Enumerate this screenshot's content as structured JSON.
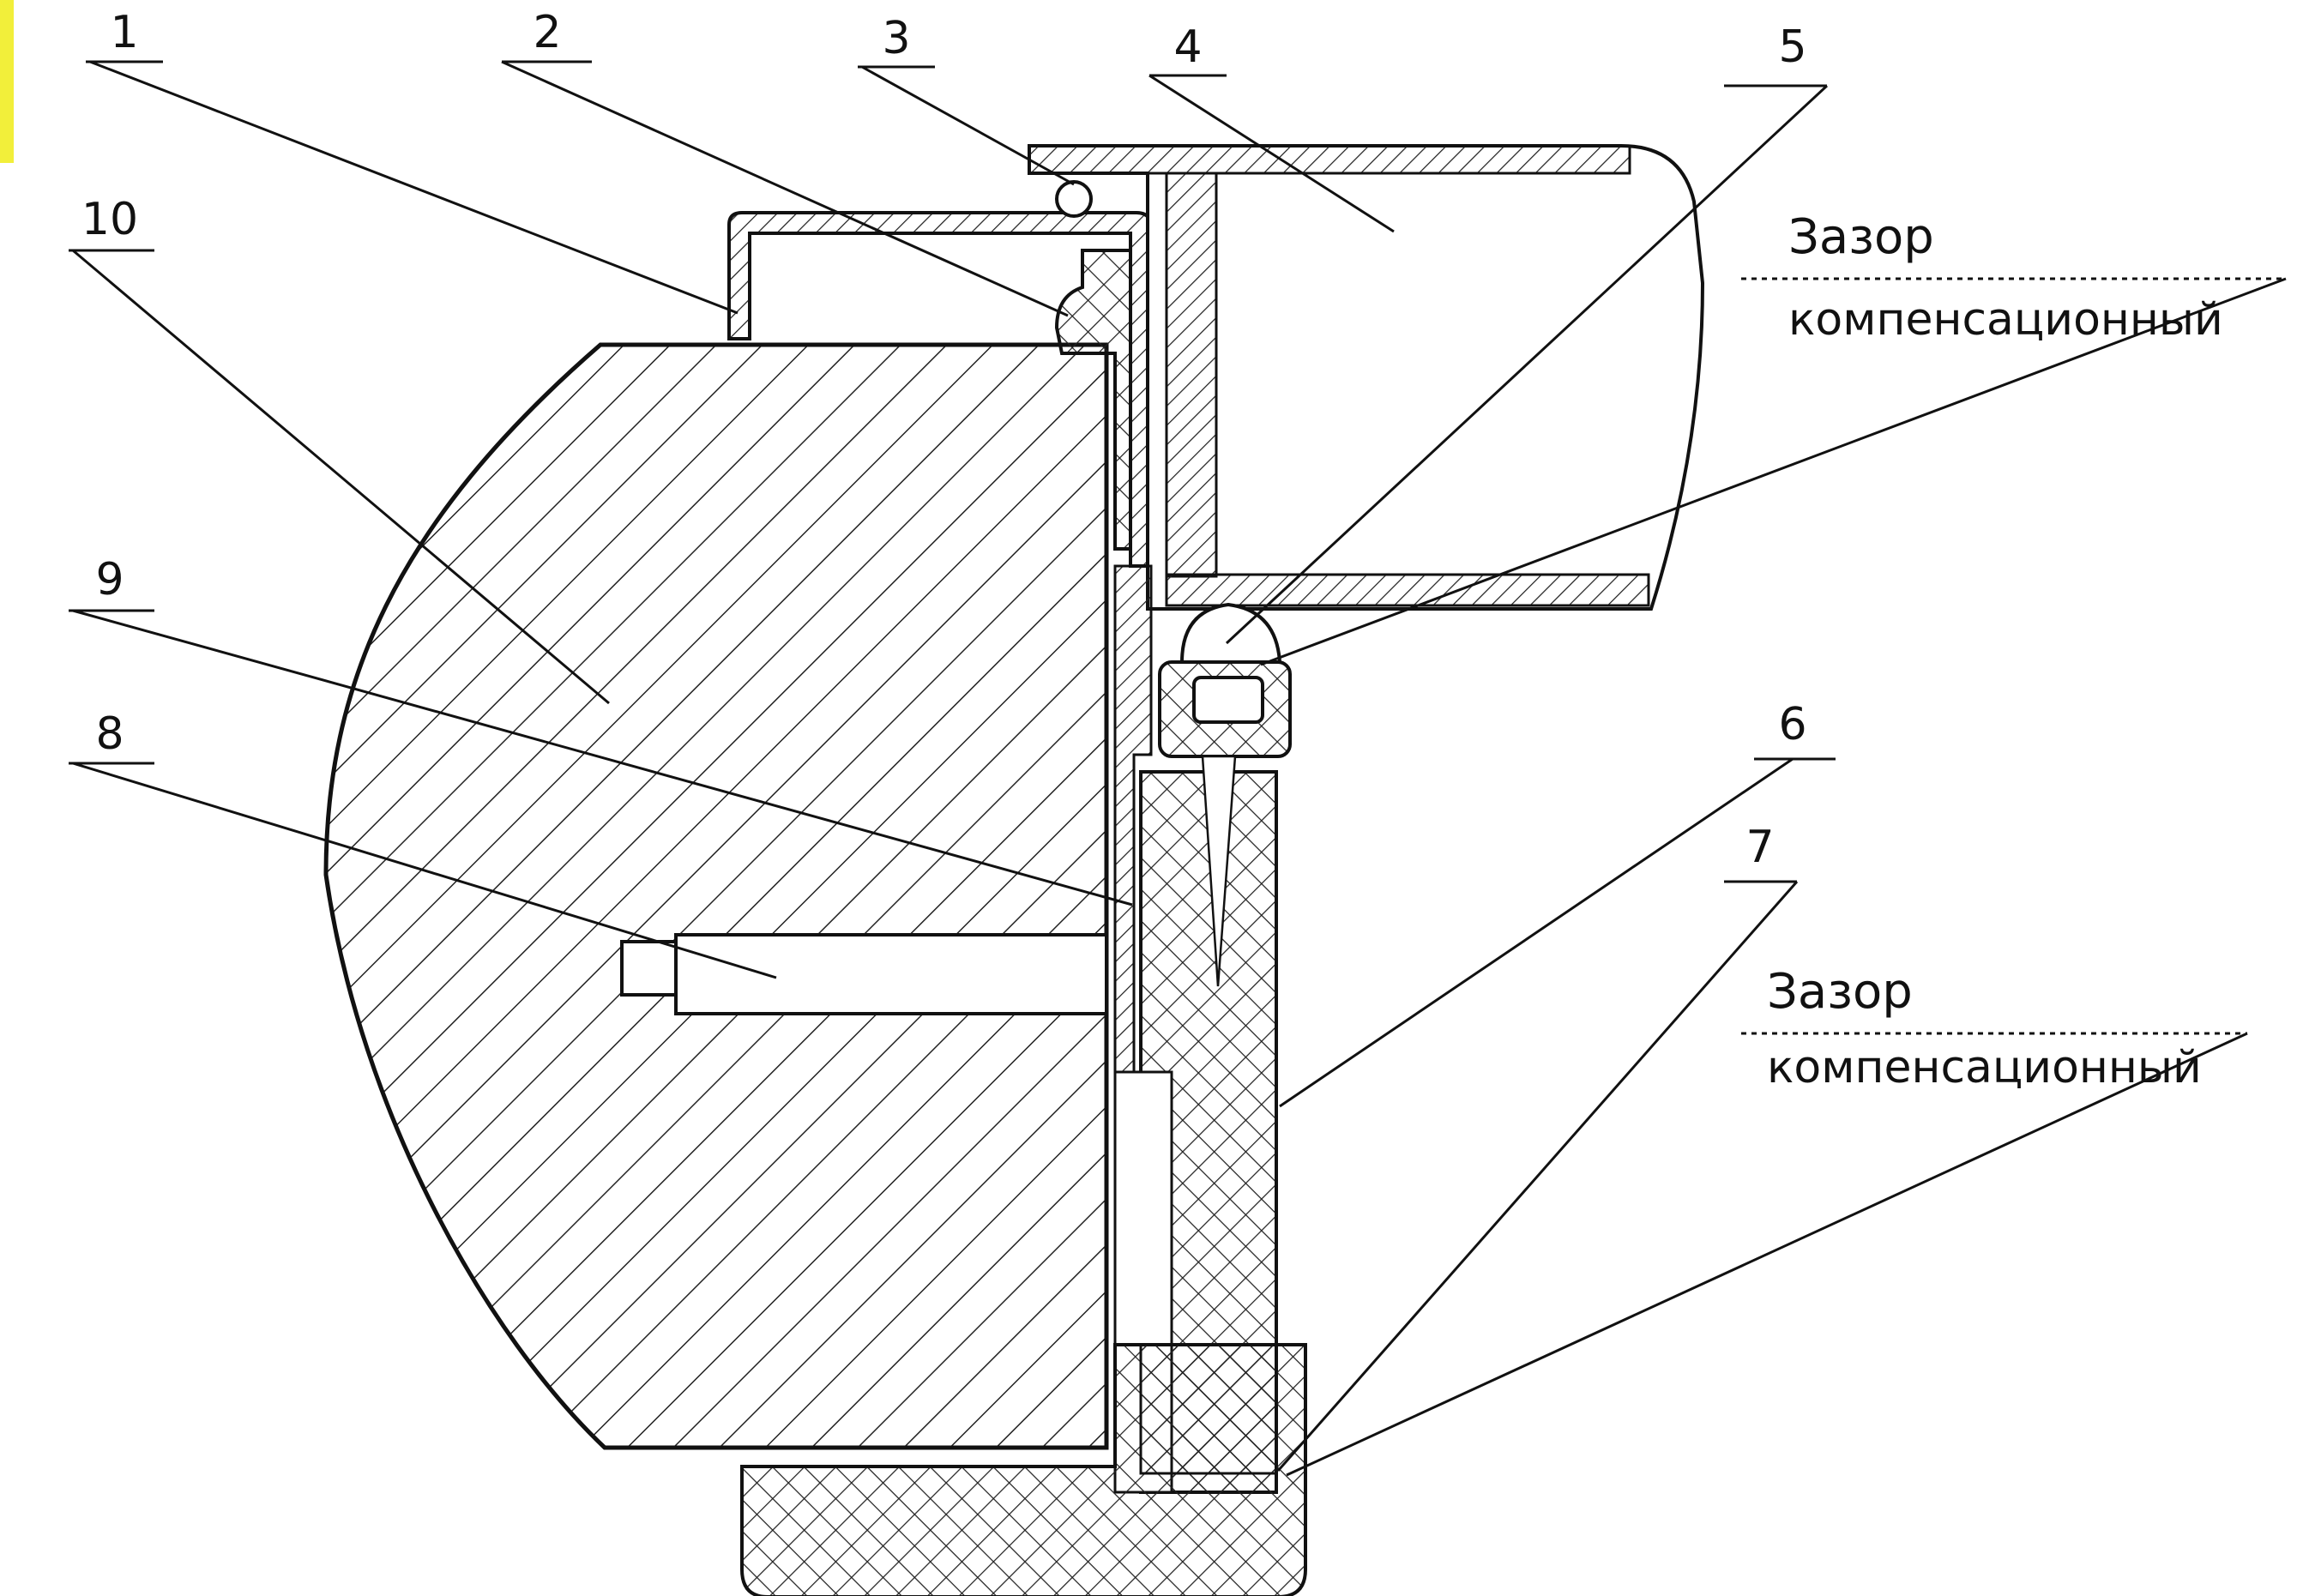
{
  "callouts": [
    {
      "label": "1"
    },
    {
      "label": "2"
    },
    {
      "label": "3"
    },
    {
      "label": "4"
    },
    {
      "label": "5"
    },
    {
      "label": "6"
    },
    {
      "label": "7"
    },
    {
      "label": "8"
    },
    {
      "label": "9"
    },
    {
      "label": "10"
    }
  ],
  "gap_notes": [
    {
      "line1": "Зазор",
      "line2": "компенсационный"
    },
    {
      "line1": "Зазор",
      "line2": "компенсационный"
    }
  ]
}
